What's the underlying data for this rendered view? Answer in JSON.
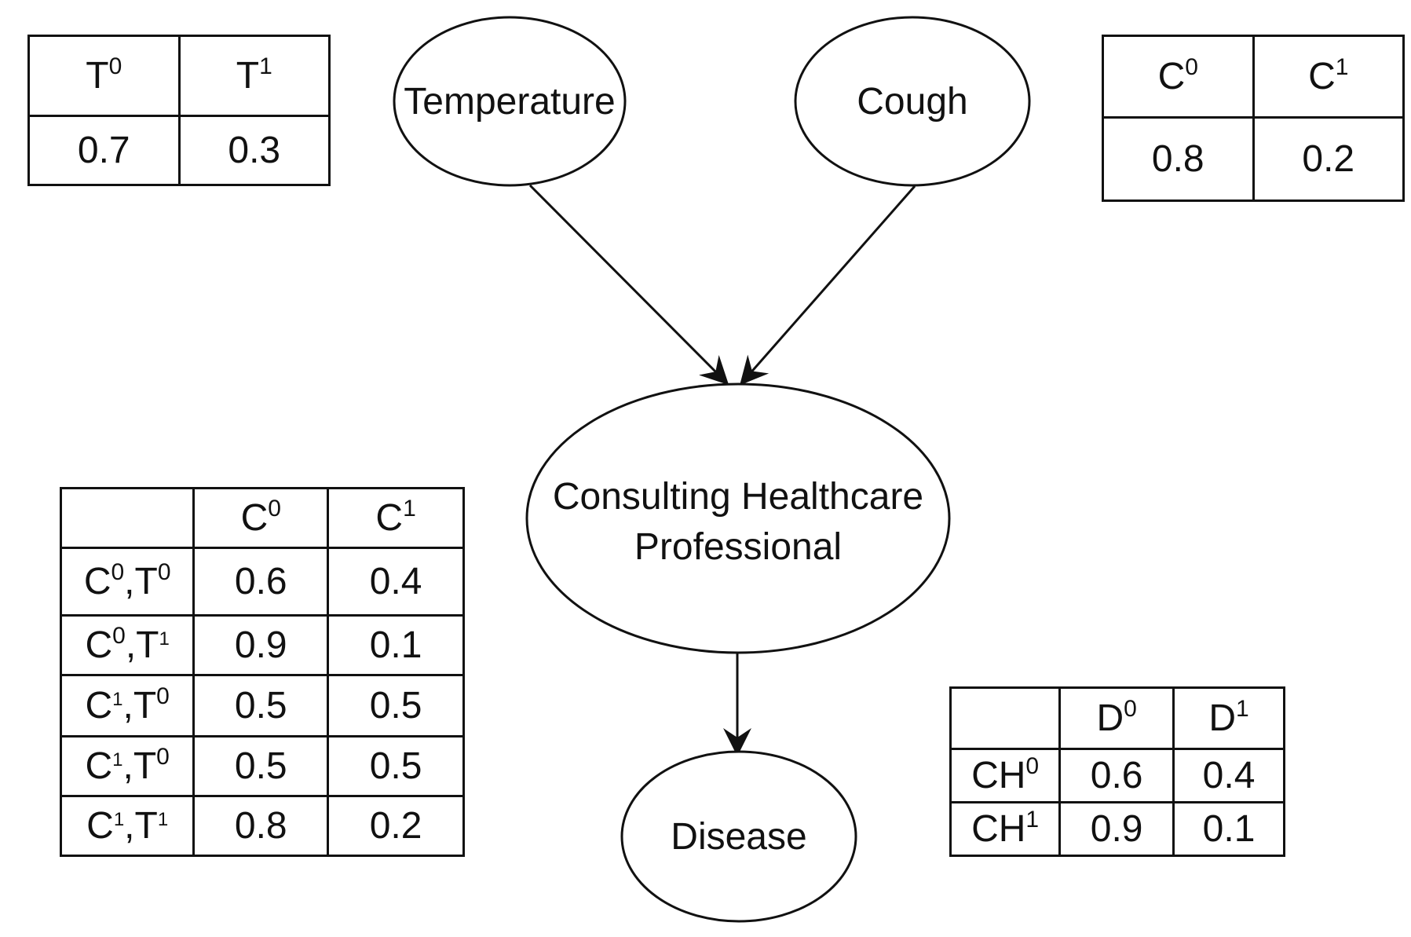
{
  "nodes": {
    "temperature": "Temperature",
    "cough": "Cough",
    "consulting_1": "Consulting Healthcare",
    "consulting_2": "Professional",
    "disease": "Disease"
  },
  "tables": {
    "temperature": {
      "header": [
        {
          "base": "T",
          "sup": "0"
        },
        {
          "base": "T",
          "sup": "1"
        }
      ],
      "values": [
        "0.7",
        "0.3"
      ]
    },
    "cough": {
      "header": [
        {
          "base": "C",
          "sup": "0"
        },
        {
          "base": "C",
          "sup": "1"
        }
      ],
      "values": [
        "0.8",
        "0.2"
      ]
    },
    "consulting": {
      "header": [
        {
          "base": "C",
          "sup": "0"
        },
        {
          "base": "C",
          "sup": "1"
        }
      ],
      "rows": [
        {
          "label": [
            {
              "base": "C",
              "sup": "0"
            },
            {
              "sep": ",",
              "base": "T",
              "sup": "0"
            }
          ],
          "values": [
            "0.6",
            "0.4"
          ]
        },
        {
          "label": [
            {
              "base": "C",
              "sup": "0"
            },
            {
              "sep": ",",
              "base": "T",
              "sup": "1"
            }
          ],
          "values": [
            "0.9",
            "0.1"
          ]
        },
        {
          "label": [
            {
              "base": "C",
              "sup": "1"
            },
            {
              "sep": ",",
              "base": "T",
              "sup": "0"
            }
          ],
          "values": [
            "0.5",
            "0.5"
          ]
        },
        {
          "label": [
            {
              "base": "C",
              "sup": "1"
            },
            {
              "sep": ",",
              "base": "T",
              "sup": "0"
            }
          ],
          "values": [
            "0.5",
            "0.5"
          ]
        },
        {
          "label": [
            {
              "base": "C",
              "sup": "1"
            },
            {
              "sep": ",",
              "base": "T",
              "sup": "1"
            }
          ],
          "values": [
            "0.8",
            "0.2"
          ]
        }
      ]
    },
    "disease": {
      "header": [
        {
          "base": "D",
          "sup": "0"
        },
        {
          "base": "D",
          "sup": "1"
        }
      ],
      "rows": [
        {
          "label": {
            "base": "CH",
            "sup": "0"
          },
          "values": [
            "0.6",
            "0.4"
          ]
        },
        {
          "label": {
            "base": "CH",
            "sup": "1"
          },
          "values": [
            "0.9",
            "0.1"
          ]
        }
      ]
    }
  }
}
